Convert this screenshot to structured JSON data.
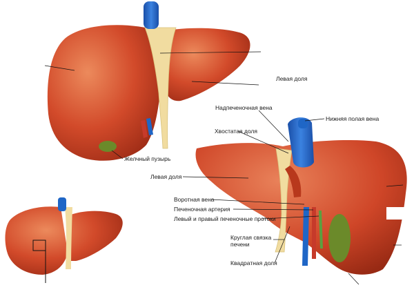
{
  "labels": {
    "left_lobe_top": "Левая доля",
    "hepatic_vein": "Надпеченочная вена",
    "ivc": "Нижняя полая вена",
    "caudate_lobe": "Хвостатая доля",
    "gallbladder": "Желчный пузырь",
    "left_lobe_mid": "Левая доля",
    "portal_vein": "Воротная вена",
    "hepatic_artery": "Печеночная артерия",
    "bile_ducts": "Левый и правый печеночные протоки",
    "round_ligament": "Круглая связка печени",
    "quadrate_lobe": "Квадратная доля"
  },
  "colors": {
    "liver": "#d2492a",
    "liver_dark": "#a83018",
    "liver_light": "#e87a50",
    "ligament": "#f1dca0",
    "vein": "#1f66c6",
    "gallbladder": "#6b8a2a",
    "artery": "#c63a2a",
    "duct": "#5aa040"
  }
}
